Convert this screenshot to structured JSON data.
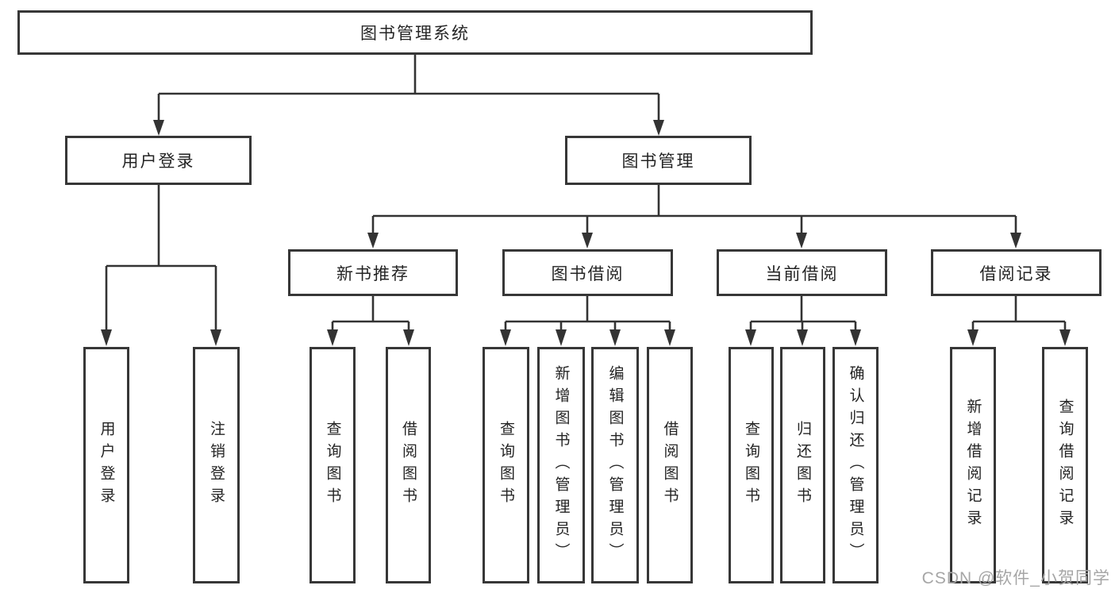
{
  "diagram": {
    "title": "图书管理系统",
    "root": {
      "label": "图书管理系统"
    },
    "level2": [
      {
        "id": "user-login",
        "label": "用户登录"
      },
      {
        "id": "book-management",
        "label": "图书管理"
      }
    ],
    "level3": [
      {
        "id": "new-book-recommend",
        "label": "新书推荐",
        "parent": "book-management"
      },
      {
        "id": "book-borrowing",
        "label": "图书借阅",
        "parent": "book-management"
      },
      {
        "id": "current-borrowing",
        "label": "当前借阅",
        "parent": "book-management"
      },
      {
        "id": "borrowing-records",
        "label": "借阅记录",
        "parent": "book-management"
      }
    ],
    "leaves": [
      {
        "id": "leaf-user-login",
        "label": "用户登录",
        "parent": "user-login"
      },
      {
        "id": "leaf-logout",
        "label": "注销登录",
        "parent": "user-login"
      },
      {
        "id": "leaf-query-books-1",
        "label": "查询图书",
        "parent": "new-book-recommend"
      },
      {
        "id": "leaf-borrow-books-1",
        "label": "借阅图书",
        "parent": "new-book-recommend"
      },
      {
        "id": "leaf-query-books-2",
        "label": "查询图书",
        "parent": "book-borrowing"
      },
      {
        "id": "leaf-add-books",
        "label": "新增图书（管理员）",
        "parent": "book-borrowing"
      },
      {
        "id": "leaf-edit-books",
        "label": "编辑图书（管理员）",
        "parent": "book-borrowing"
      },
      {
        "id": "leaf-borrow-books-2",
        "label": "借阅图书",
        "parent": "book-borrowing"
      },
      {
        "id": "leaf-query-books-3",
        "label": "查询图书",
        "parent": "current-borrowing"
      },
      {
        "id": "leaf-return-books",
        "label": "归还图书",
        "parent": "current-borrowing"
      },
      {
        "id": "leaf-confirm-return",
        "label": "确认归还（管理员）",
        "parent": "current-borrowing"
      },
      {
        "id": "leaf-add-borrow-record",
        "label": "新增借阅记录",
        "parent": "borrowing-records"
      },
      {
        "id": "leaf-query-borrow-record",
        "label": "查询借阅记录",
        "parent": "borrowing-records"
      }
    ]
  },
  "watermark": {
    "text": "CSDN @软件_小贺同学",
    "color": "#a6a6a6"
  },
  "colors": {
    "background": "#ffffff",
    "line": "#333333",
    "box_border": "#373737",
    "text": "#242424"
  }
}
